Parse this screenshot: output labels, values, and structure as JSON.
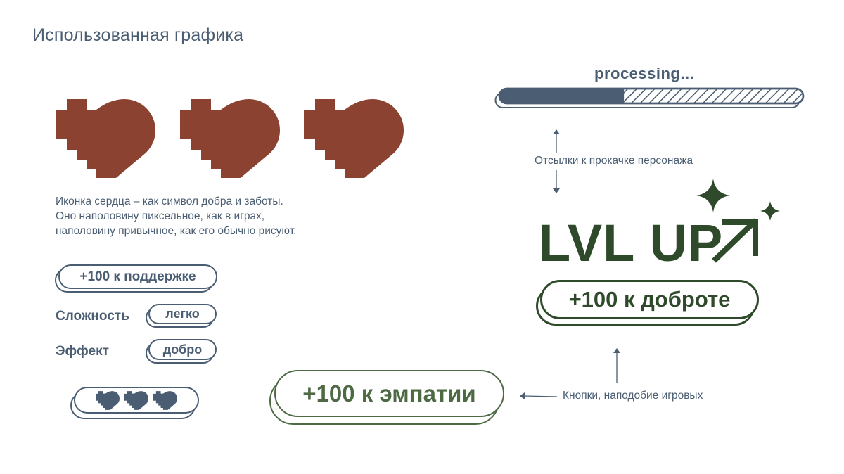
{
  "title": "Использованная графика",
  "caption": {
    "line1": "Иконка сердца – как символ добра и заботы.",
    "line2": "Оно наполовину пиксельное, как в играх,",
    "line3": "наполовину привычное, как его обычно рисуют."
  },
  "buttons": {
    "support": "+100 к поддержке",
    "difficulty_label": "Сложность",
    "difficulty_value": "легко",
    "effect_label": "Эффект",
    "effect_value": "добро",
    "empathy": "+100 к эмпатии",
    "kindness": "+100 к доброте"
  },
  "progress": {
    "label": "processing...",
    "fraction": 0.41
  },
  "notes": {
    "leveling": "Отсылки к прокачке персонажа",
    "game_buttons": "Кнопки, наподобие игровых"
  },
  "lvl_up": "LVL UP",
  "colors": {
    "heart": "#8b4231",
    "slate": "#4a5d72",
    "green": "#4e6a45",
    "dark_green": "#2f4a2a"
  }
}
